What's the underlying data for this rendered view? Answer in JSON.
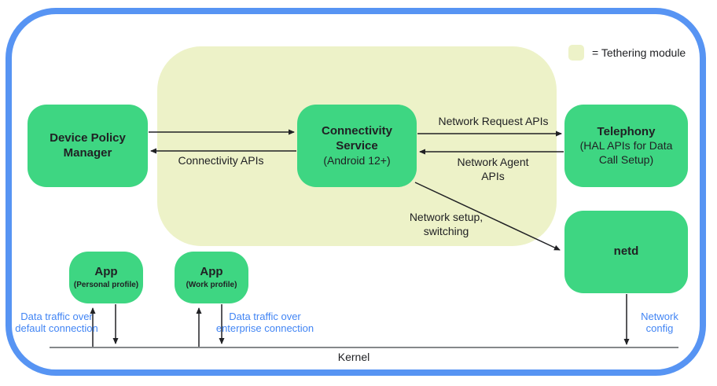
{
  "colors": {
    "node_fill": "#3ed682",
    "module_fill": "#edf2c8",
    "frame_blue": "#5794f3",
    "annotation_blue": "#4285f4",
    "line_dark": "#202124"
  },
  "legend": {
    "label": "= Tethering module"
  },
  "nodes": {
    "device_policy_manager": {
      "title": "Device Policy Manager"
    },
    "connectivity_service": {
      "title": "Connectivity Service",
      "subtitle": "(Android 12+)"
    },
    "telephony": {
      "title": "Telephony",
      "subtitle": "(HAL APIs for Data Call Setup)"
    },
    "netd": {
      "title": "netd"
    },
    "app_personal": {
      "title": "App",
      "subtitle": "(Personal profile)"
    },
    "app_work": {
      "title": "App",
      "subtitle": "(Work profile)"
    }
  },
  "edge_labels": {
    "connectivity_apis": "Connectivity APIs",
    "network_request_apis": "Network Request APIs",
    "network_agent_apis": "Network Agent APIs",
    "network_setup_switching": "Network setup, switching"
  },
  "annotations": {
    "data_traffic_default": "Data traffic over default connection",
    "data_traffic_enterprise": "Data traffic over enterprise connection",
    "network_config": "Network config",
    "kernel": "Kernel"
  }
}
